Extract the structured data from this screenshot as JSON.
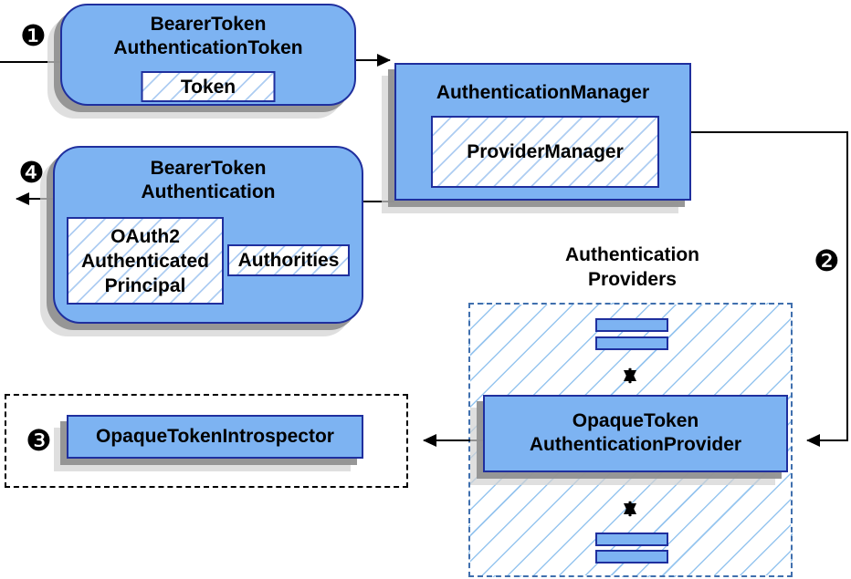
{
  "diagram": {
    "steps": [
      {
        "number": "1",
        "glyph": "❶"
      },
      {
        "number": "2",
        "glyph": "❷"
      },
      {
        "number": "3",
        "glyph": "❸"
      },
      {
        "number": "4",
        "glyph": "❹"
      }
    ],
    "nodes": {
      "bearer_token_authentication_token": {
        "title": "BearerToken\nAuthenticationToken",
        "inner": "Token"
      },
      "authentication_manager": {
        "title": "AuthenticationManager",
        "inner": "ProviderManager"
      },
      "bearer_token_authentication": {
        "title": "BearerToken\nAuthentication",
        "inner_principal": "OAuth2\nAuthenticated\nPrincipal",
        "inner_authorities": "Authorities"
      },
      "authentication_providers": {
        "label": "Authentication\nProviders"
      },
      "opaque_token_authentication_provider": {
        "title": "OpaqueToken\nAuthenticationProvider"
      },
      "opaque_token_introspector": {
        "label": "OpaqueTokenIntrospector"
      }
    },
    "colors": {
      "node_fill": "#7db3f2",
      "node_border": "#1f2f9e",
      "hatch_line": "#aecdf2",
      "providers_region_border": "#3f6fae",
      "introspector_region_border": "#000000",
      "connector": "#000000",
      "shadow": "#919191",
      "background": "#ffffff"
    }
  }
}
